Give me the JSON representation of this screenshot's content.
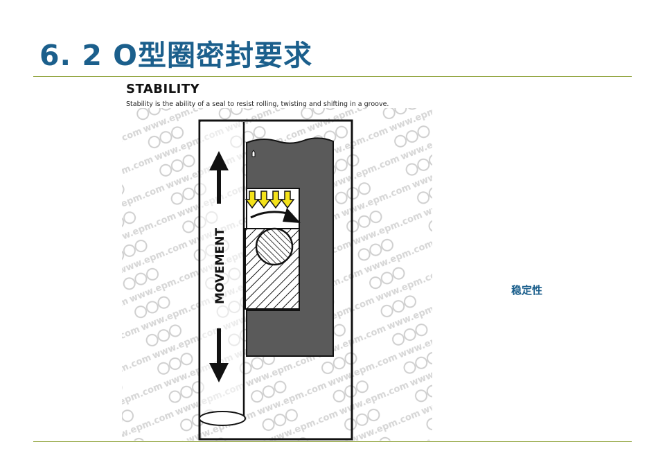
{
  "slide": {
    "title": "6. 2  O型圈密封要求",
    "side_label": "稳定性"
  },
  "figure": {
    "heading": "STABILITY",
    "caption": "Stability is the ability of a seal to resist rolling, twisting and shifting in a groove.",
    "movement_label": "MOVEMENT",
    "watermark": "www.epm.com",
    "colors": {
      "housing": "#5a5a5a",
      "pressure_arrows": "#f4e21a",
      "frame": "#111111"
    }
  },
  "theme": {
    "title_color": "#1b5f8c",
    "rule_color": "#8fa23a"
  }
}
